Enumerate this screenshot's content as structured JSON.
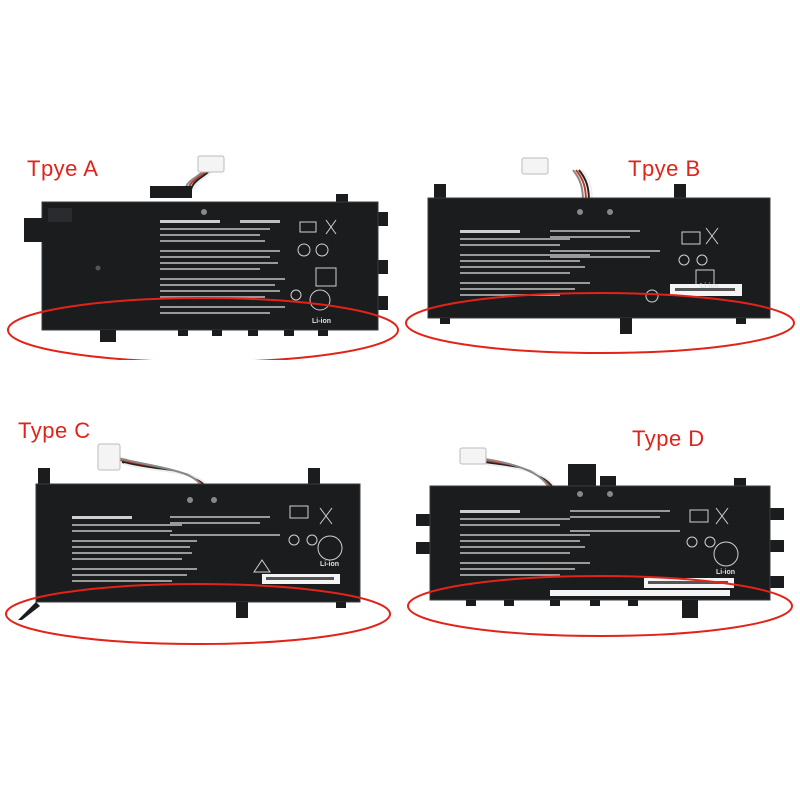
{
  "panels": [
    {
      "id": "a",
      "label": "Tpye A",
      "sticker_li": "Li-ion"
    },
    {
      "id": "b",
      "label": "Tpye B",
      "sticker_li": "Li-ion"
    },
    {
      "id": "c",
      "label": "Type C",
      "sticker_li": "Li-ion"
    },
    {
      "id": "d",
      "label": "Type D",
      "sticker_li": "Li-ion"
    }
  ],
  "colors": {
    "label": "#e2231a",
    "highlight_ellipse": "#e2231a",
    "battery_body": "#1b1c1e",
    "battery_edge": "#3a3b3e",
    "cable_red": "#c0392b",
    "cable_black": "#222222",
    "cable_white": "#eeeeee",
    "connector": "#f4f4f4"
  }
}
